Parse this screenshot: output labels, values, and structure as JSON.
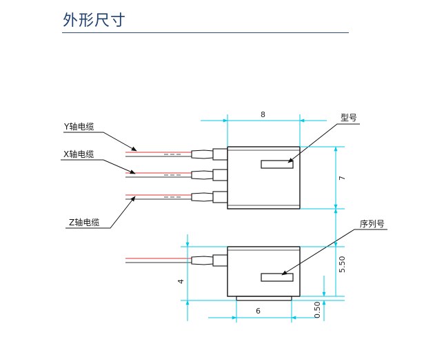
{
  "page": {
    "title": "外形尺寸"
  },
  "cables": {
    "y_axis": "Y轴电缆",
    "x_axis": "X轴电缆",
    "z_axis": "Z轴电缆"
  },
  "callouts": {
    "model": "型号",
    "serial": "序列号"
  },
  "dimensions": {
    "width_top": "8",
    "height_top": "7",
    "gap": "5.50",
    "height_bottom": "4",
    "width_bottom": "6",
    "base": "0.50"
  },
  "colors": {
    "title": "#1f3f6e",
    "dimension": "#00c8e6",
    "wire_red": "#e03030",
    "outline": "#111111"
  }
}
